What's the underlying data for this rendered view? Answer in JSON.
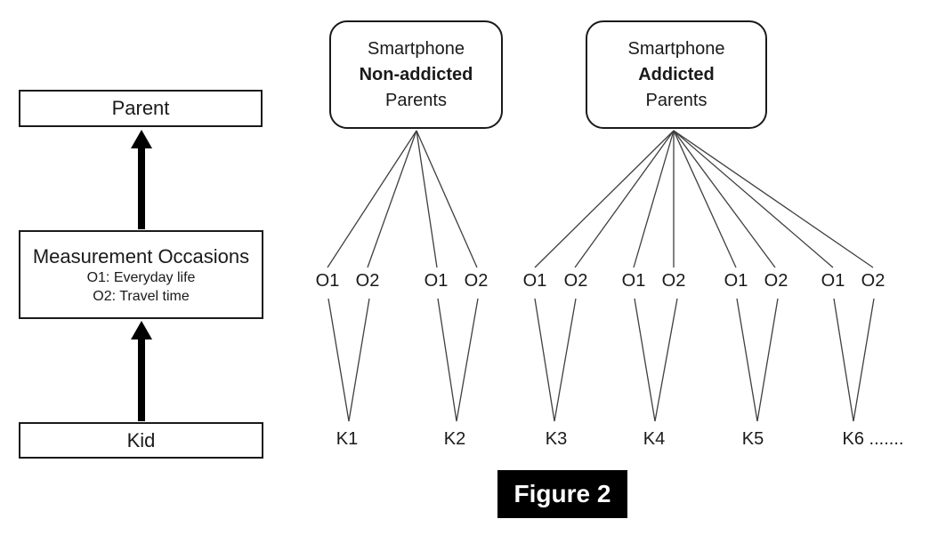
{
  "caption": "Figure 2",
  "left_panel": {
    "parent_label": "Parent",
    "measurement_title": "Measurement Occasions",
    "measurement_o1": "O1: Everyday life",
    "measurement_o2": "O2: Travel time",
    "kid_label": "Kid"
  },
  "parent_groups": [
    {
      "line1": "Smartphone",
      "line2": "Non-addicted",
      "line3": "Parents"
    },
    {
      "line1": "Smartphone",
      "line2": "Addicted",
      "line3": "Parents"
    }
  ],
  "occasions": [
    "O1",
    "O2",
    "O1",
    "O2",
    "O1",
    "O2",
    "O1",
    "O2",
    "O1",
    "O2",
    "O1",
    "O2"
  ],
  "kids": [
    "K1",
    "K2",
    "K3",
    "K4",
    "K5",
    "K6 ......."
  ],
  "structure": {
    "non_addicted_group_occasion_count": 4,
    "addicted_group_occasion_count": 8,
    "kids_per_occasion_pair": 1,
    "hierarchy": [
      "Kid",
      "Measurement Occasions",
      "Parent"
    ]
  },
  "colors": {
    "background": "#ffffff",
    "line": "#3f3f3f",
    "border": "#1a1a1a",
    "arrow": "#000000",
    "caption_bg": "#000000",
    "caption_text": "#ffffff"
  }
}
